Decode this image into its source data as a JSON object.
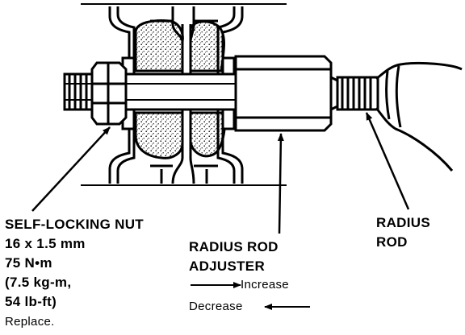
{
  "labels": {
    "nut_name": "SELF-LOCKING NUT",
    "nut_size": "16 x 1.5 mm",
    "nut_torque_nm": "75 N•m",
    "nut_torque_kgm": "(7.5 kg-m,",
    "nut_torque_lbft": "54 lb-ft)",
    "nut_note": "Replace.",
    "adjuster_line1": "RADIUS ROD",
    "adjuster_line2": "ADJUSTER",
    "increase": "Increase",
    "decrease": "Decrease",
    "rod_line1": "RADIUS",
    "rod_line2": "ROD"
  }
}
